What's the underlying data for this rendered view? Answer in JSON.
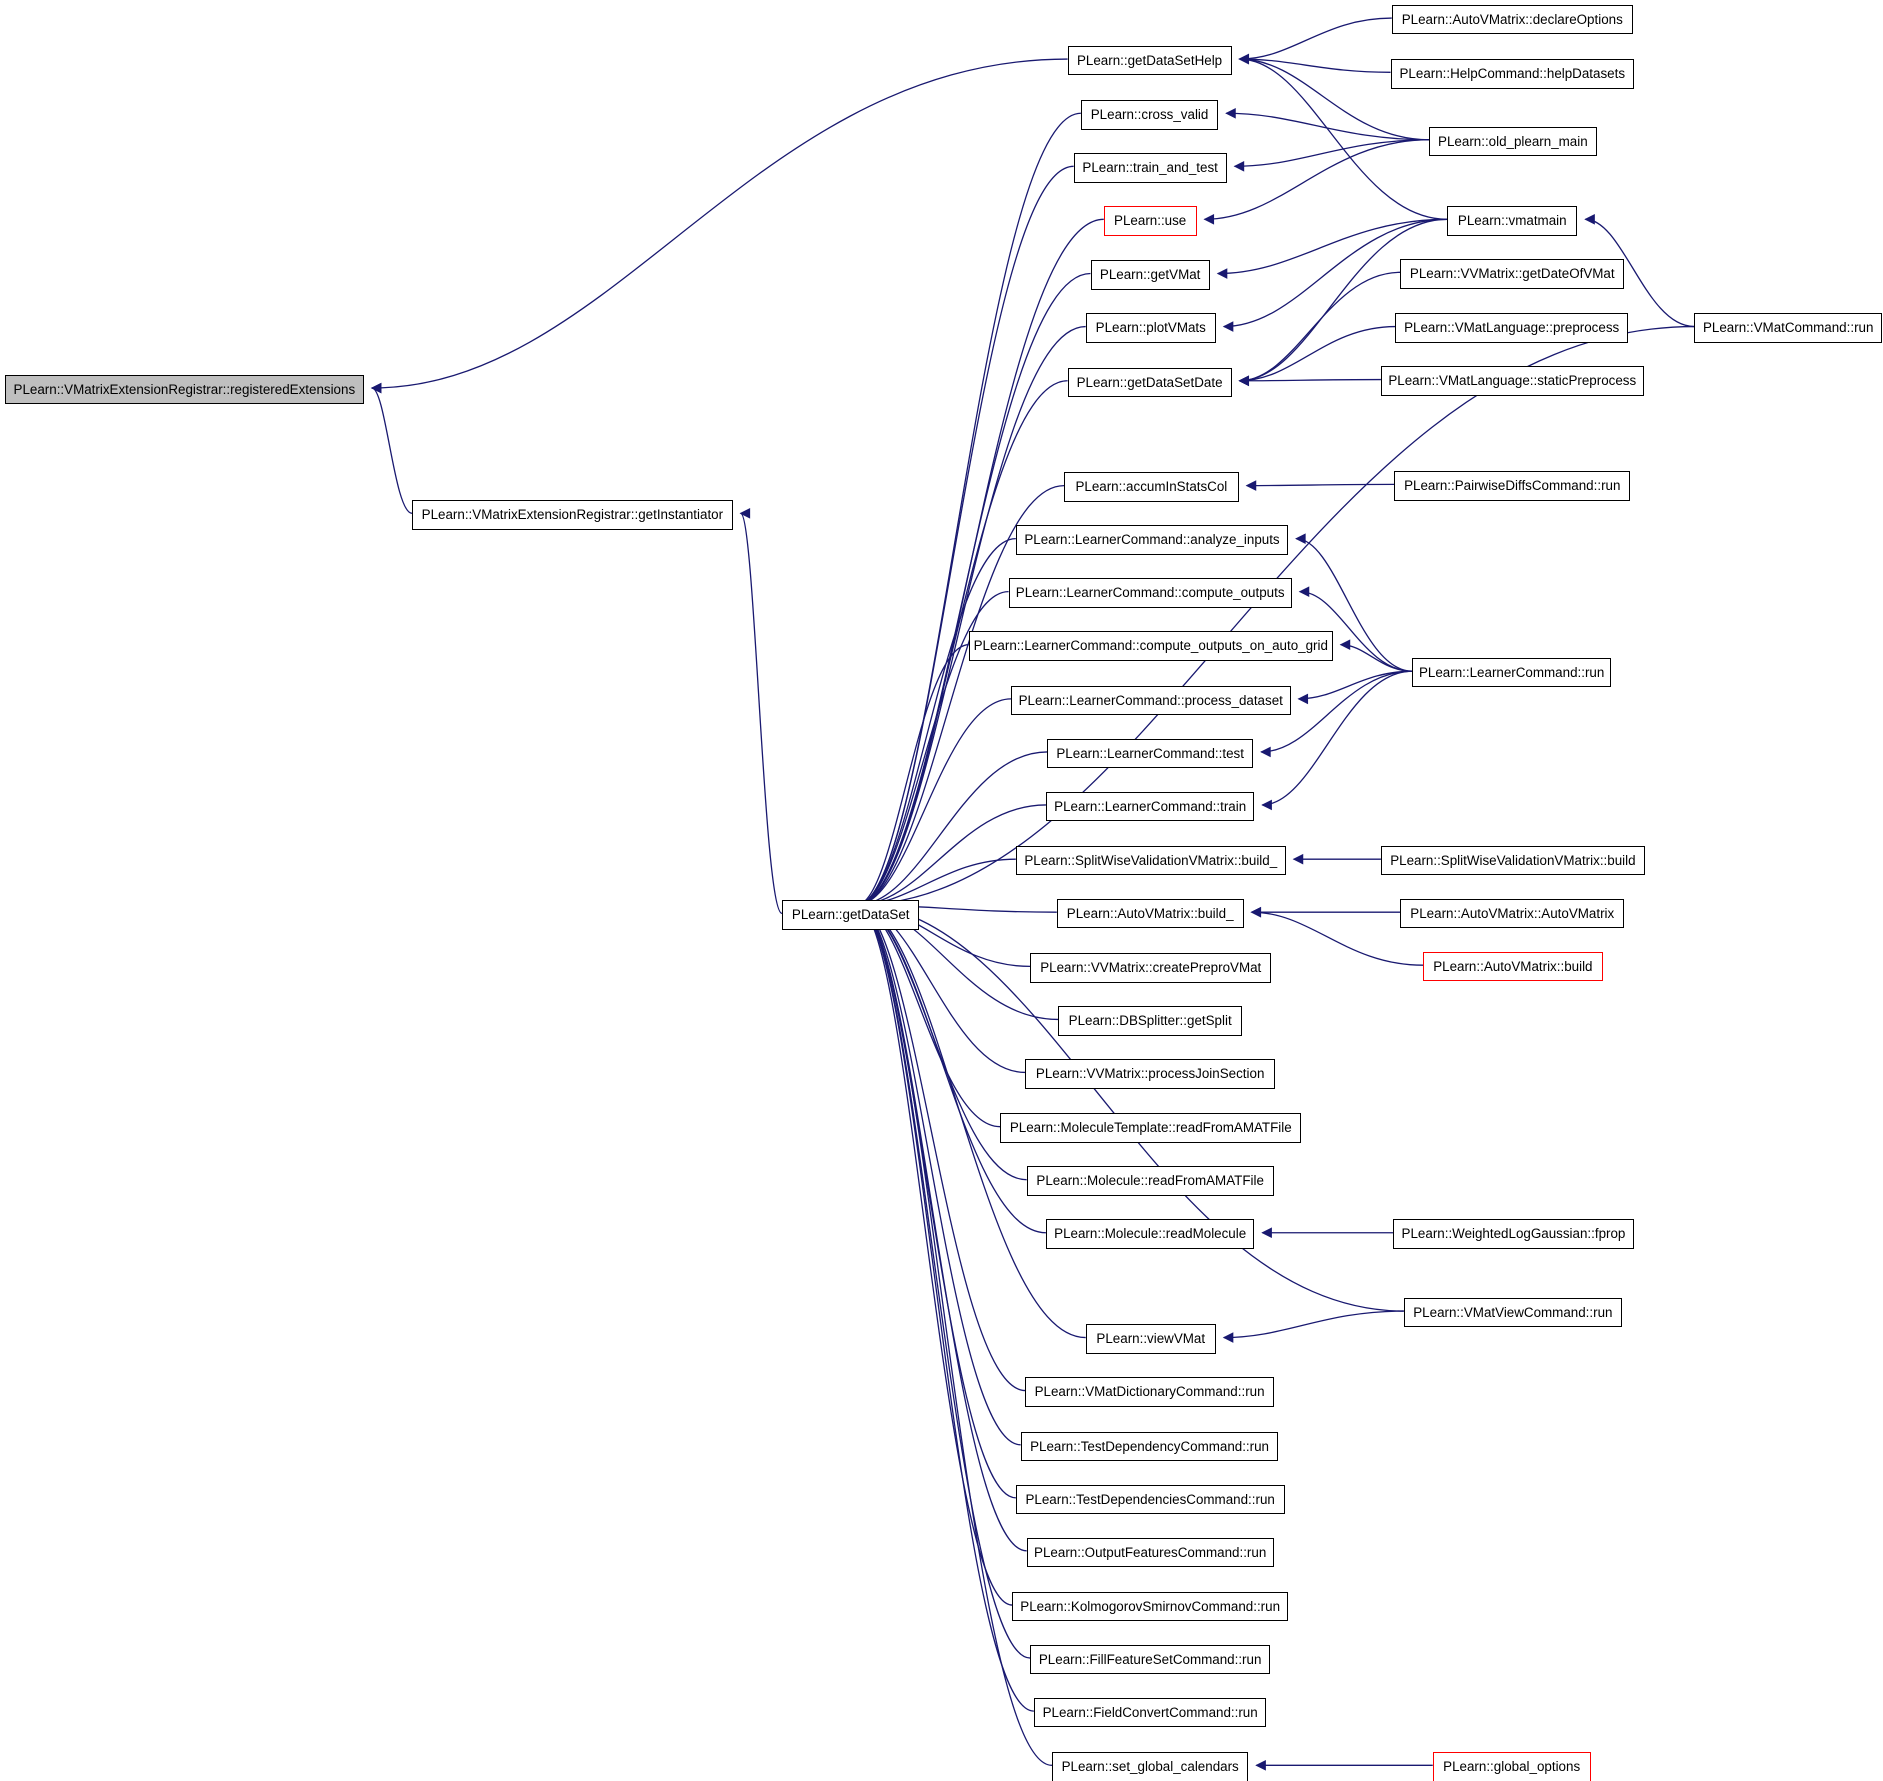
{
  "colors": {
    "edge": "#191970",
    "node_border": "#000000",
    "root_fill": "#bfbfbf",
    "truncated_border": "#ff0000"
  },
  "nodes": {
    "registeredExtensions": "PLearn::VMatrixExtensionRegistrar::registeredExtensions",
    "getInstantiator": "PLearn::VMatrixExtensionRegistrar::getInstantiator",
    "getDataSet": "PLearn::getDataSet",
    "getDataSetHelp": "PLearn::getDataSetHelp",
    "cross_valid": "PLearn::cross_valid",
    "train_and_test": "PLearn::train_and_test",
    "use": "PLearn::use",
    "getVMat": "PLearn::getVMat",
    "plotVMats": "PLearn::plotVMats",
    "getDataSetDate": "PLearn::getDataSetDate",
    "accumInStatsCol": "PLearn::accumInStatsCol",
    "analyze_inputs": "PLearn::LearnerCommand::analyze_inputs",
    "compute_outputs": "PLearn::LearnerCommand::compute_outputs",
    "compute_outputs_on_auto_grid": "PLearn::LearnerCommand::compute_outputs_on_auto_grid",
    "process_dataset": "PLearn::LearnerCommand::process_dataset",
    "lc_test": "PLearn::LearnerCommand::test",
    "lc_train": "PLearn::LearnerCommand::train",
    "swv_build_": "PLearn::SplitWiseValidationVMatrix::build_",
    "avm_build_": "PLearn::AutoVMatrix::build_",
    "createPreproVMat": "PLearn::VVMatrix::createPreproVMat",
    "getSplit": "PLearn::DBSplitter::getSplit",
    "processJoinSection": "PLearn::VVMatrix::processJoinSection",
    "mt_readFromAMATFile": "PLearn::MoleculeTemplate::readFromAMATFile",
    "m_readFromAMATFile": "PLearn::Molecule::readFromAMATFile",
    "readMolecule": "PLearn::Molecule::readMolecule",
    "viewVMat": "PLearn::viewVMat",
    "vmatdict_run": "PLearn::VMatDictionaryCommand::run",
    "testdep_run": "PLearn::TestDependencyCommand::run",
    "testdeps_run": "PLearn::TestDependenciesCommand::run",
    "outfeat_run": "PLearn::OutputFeaturesCommand::run",
    "ks_run": "PLearn::KolmogorovSmirnovCommand::run",
    "fillfeat_run": "PLearn::FillFeatureSetCommand::run",
    "fieldconv_run": "PLearn::FieldConvertCommand::run",
    "set_global_calendars": "PLearn::set_global_calendars",
    "declareOptions": "PLearn::AutoVMatrix::declareOptions",
    "helpDatasets": "PLearn::HelpCommand::helpDatasets",
    "old_plearn_main": "PLearn::old_plearn_main",
    "vmatmain": "PLearn::vmatmain",
    "getDateOfVMat": "PLearn::VVMatrix::getDateOfVMat",
    "preprocess": "PLearn::VMatLanguage::preprocess",
    "staticPreprocess": "PLearn::VMatLanguage::staticPreprocess",
    "vmatcmd_run": "PLearn::VMatCommand::run",
    "pairwise_run": "PLearn::PairwiseDiffsCommand::run",
    "learnercmd_run": "PLearn::LearnerCommand::run",
    "swv_build": "PLearn::SplitWiseValidationVMatrix::build",
    "autovmatrix_ctor": "PLearn::AutoVMatrix::AutoVMatrix",
    "avm_build": "PLearn::AutoVMatrix::build",
    "fprop": "PLearn::WeightedLogGaussian::fprop",
    "vmatview_run": "PLearn::VMatViewCommand::run",
    "global_options": "PLearn::global_options"
  },
  "edges": [
    [
      "getDataSetHelp",
      "registeredExtensions"
    ],
    [
      "getInstantiator",
      "registeredExtensions"
    ],
    [
      "getDataSet",
      "getInstantiator"
    ],
    [
      "cross_valid",
      "getDataSet"
    ],
    [
      "train_and_test",
      "getDataSet"
    ],
    [
      "use",
      "getDataSet"
    ],
    [
      "getVMat",
      "getDataSet"
    ],
    [
      "plotVMats",
      "getDataSet"
    ],
    [
      "getDataSetDate",
      "getDataSet"
    ],
    [
      "vmatcmd_run",
      "getDataSet"
    ],
    [
      "accumInStatsCol",
      "getDataSet"
    ],
    [
      "analyze_inputs",
      "getDataSet"
    ],
    [
      "compute_outputs",
      "getDataSet"
    ],
    [
      "compute_outputs_on_auto_grid",
      "getDataSet"
    ],
    [
      "process_dataset",
      "getDataSet"
    ],
    [
      "lc_test",
      "getDataSet"
    ],
    [
      "lc_train",
      "getDataSet"
    ],
    [
      "swv_build_",
      "getDataSet"
    ],
    [
      "avm_build_",
      "getDataSet"
    ],
    [
      "createPreproVMat",
      "getDataSet"
    ],
    [
      "getSplit",
      "getDataSet"
    ],
    [
      "processJoinSection",
      "getDataSet"
    ],
    [
      "mt_readFromAMATFile",
      "getDataSet"
    ],
    [
      "m_readFromAMATFile",
      "getDataSet"
    ],
    [
      "readMolecule",
      "getDataSet"
    ],
    [
      "vmatview_run",
      "getDataSet"
    ],
    [
      "viewVMat",
      "getDataSet"
    ],
    [
      "vmatdict_run",
      "getDataSet"
    ],
    [
      "testdep_run",
      "getDataSet"
    ],
    [
      "testdeps_run",
      "getDataSet"
    ],
    [
      "outfeat_run",
      "getDataSet"
    ],
    [
      "ks_run",
      "getDataSet"
    ],
    [
      "fillfeat_run",
      "getDataSet"
    ],
    [
      "fieldconv_run",
      "getDataSet"
    ],
    [
      "set_global_calendars",
      "getDataSet"
    ],
    [
      "declareOptions",
      "getDataSetHelp"
    ],
    [
      "helpDatasets",
      "getDataSetHelp"
    ],
    [
      "old_plearn_main",
      "getDataSetHelp"
    ],
    [
      "vmatmain",
      "getDataSetHelp"
    ],
    [
      "old_plearn_main",
      "cross_valid"
    ],
    [
      "old_plearn_main",
      "train_and_test"
    ],
    [
      "old_plearn_main",
      "use"
    ],
    [
      "vmatmain",
      "getVMat"
    ],
    [
      "vmatmain",
      "plotVMats"
    ],
    [
      "getDateOfVMat",
      "getDataSetDate"
    ],
    [
      "preprocess",
      "getDataSetDate"
    ],
    [
      "staticPreprocess",
      "getDataSetDate"
    ],
    [
      "vmatmain",
      "getDataSetDate"
    ],
    [
      "vmatcmd_run",
      "vmatmain"
    ],
    [
      "pairwise_run",
      "accumInStatsCol"
    ],
    [
      "learnercmd_run",
      "analyze_inputs"
    ],
    [
      "learnercmd_run",
      "compute_outputs"
    ],
    [
      "learnercmd_run",
      "compute_outputs_on_auto_grid"
    ],
    [
      "learnercmd_run",
      "process_dataset"
    ],
    [
      "learnercmd_run",
      "lc_test"
    ],
    [
      "learnercmd_run",
      "lc_train"
    ],
    [
      "swv_build",
      "swv_build_"
    ],
    [
      "autovmatrix_ctor",
      "avm_build_"
    ],
    [
      "avm_build",
      "avm_build_"
    ],
    [
      "fprop",
      "readMolecule"
    ],
    [
      "vmatview_run",
      "viewVMat"
    ],
    [
      "global_options",
      "set_global_calendars"
    ]
  ]
}
